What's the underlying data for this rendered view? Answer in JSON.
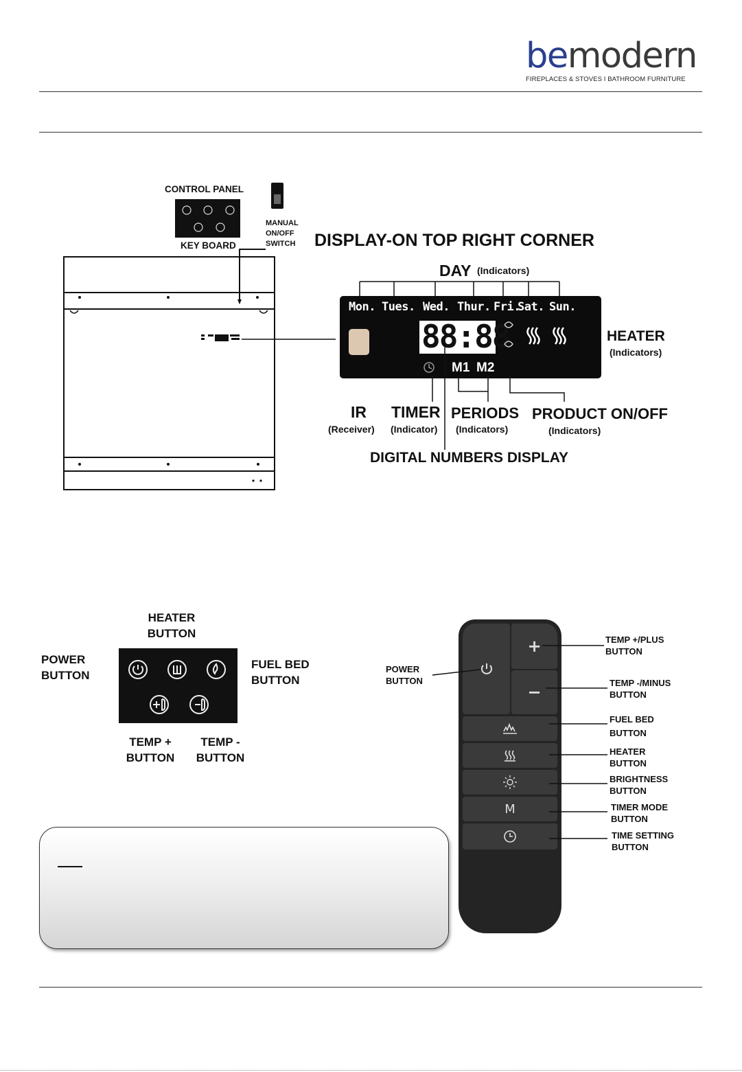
{
  "brand": {
    "logo_be": "be",
    "logo_modern": "modern",
    "tagline": "FIREPLACES & STOVES I BATHROOM FURNITURE"
  },
  "diagram_top": {
    "control_panel_label": "CONTROL PANEL",
    "key_board_label": "KEY BOARD",
    "manual_switch_label": [
      "MANUAL",
      "ON/OFF",
      "SWITCH"
    ],
    "display_title": "DISPLAY-ON TOP RIGHT CORNER",
    "day_label": "DAY",
    "day_sub": "(Indicators)",
    "days": [
      "Mon.",
      "Tues.",
      "Wed.",
      "Thur.",
      "Fri.",
      "Sat.",
      "Sun."
    ],
    "clock_digits": "88:88",
    "period_m1": "M1",
    "period_m2": "M2",
    "heater_label": "HEATER",
    "heater_sub": "(Indicators)",
    "ir_label": "IR",
    "ir_sub": "(Receiver)",
    "timer_label": "TIMER",
    "timer_sub": "(Indicator)",
    "periods_label": "PERIODS",
    "periods_sub": "(Indicators)",
    "product_label": "PRODUCT ON/OFF",
    "product_sub": "(Indicators)",
    "digital_label": "DIGITAL NUMBERS DISPLAY"
  },
  "keyboard": {
    "heater_label": [
      "HEATER",
      "BUTTON"
    ],
    "power_label": [
      "POWER",
      "BUTTON"
    ],
    "fuel_bed_label": [
      "FUEL BED",
      "BUTTON"
    ],
    "temp_plus_label": [
      "TEMP +",
      "BUTTON"
    ],
    "temp_minus_label": [
      "TEMP -",
      "BUTTON"
    ]
  },
  "remote": {
    "power_label": [
      "POWER",
      "BUTTON"
    ],
    "temp_plus_label": [
      "TEMP +/PLUS",
      "BUTTON"
    ],
    "temp_minus_label": [
      "TEMP -/MINUS",
      "BUTTON"
    ],
    "fuel_bed_label": [
      "FUEL BED",
      "BUTTON"
    ],
    "heater_label": [
      "HEATER",
      "BUTTON"
    ],
    "brightness_label": [
      "BRIGHTNESS",
      "BUTTON"
    ],
    "timer_mode_label": [
      "TIMER MODE",
      "BUTTON"
    ],
    "time_setting_label": [
      "TIME SETTING",
      "BUTTON"
    ],
    "plus_glyph": "+",
    "minus_glyph": "−",
    "m_glyph": "M"
  },
  "note": {
    "title": ""
  }
}
